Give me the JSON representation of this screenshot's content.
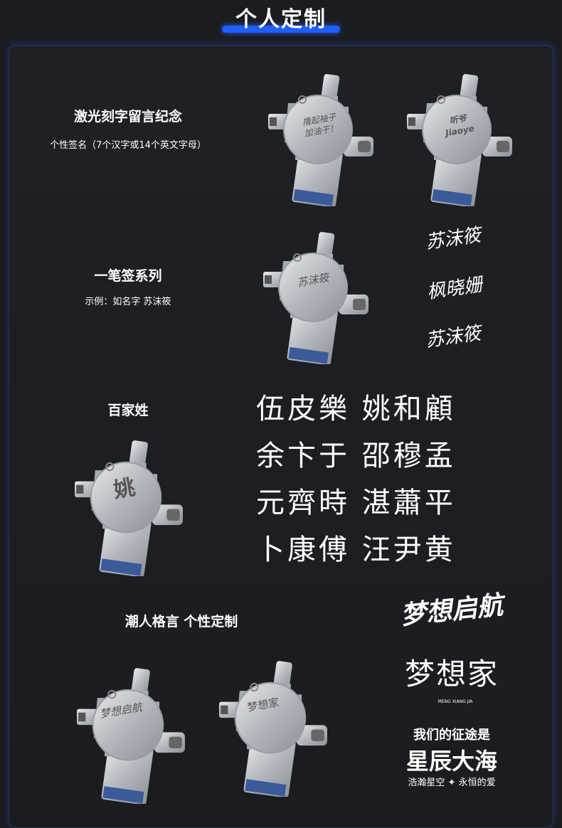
{
  "header": {
    "title": "个人定制",
    "accent": "#1f5fff"
  },
  "sections": {
    "laser": {
      "title": "激光刻字留言纪念",
      "subtitle": "个性签名（7个汉字或14个英文字母）",
      "samples": [
        [
          "撸起袖子",
          "加油干！"
        ],
        [
          "听爷",
          "Jiaoye"
        ]
      ]
    },
    "signature": {
      "title": "一笔签系列",
      "subtitle": "示例：如名字 苏沫筱",
      "engraving": "苏沫筱",
      "samples": [
        "苏沫筱",
        "枫晓姗",
        "苏沫筱"
      ]
    },
    "surname": {
      "title": "百家姓",
      "engraving": "姚",
      "rows": [
        "伍皮樂 姚和顧",
        "余卞于 邵穆孟",
        "元齊時 湛蕭平",
        "卜康傅 汪尹黄"
      ]
    },
    "motto": {
      "title": "潮人格言 个性定制",
      "engravings": [
        "梦想启航",
        "梦想家"
      ],
      "samples": {
        "first": "梦想启航",
        "second": "梦想家",
        "second_pinyin": "MENG XIANG JIA",
        "third_top": "我们的征途是",
        "third_main": "星辰大海",
        "third_sub": "浩瀚星空 ✦ 永恒的爱"
      }
    }
  },
  "icons": {
    "drive": "usb-4in1-drive-icon"
  }
}
